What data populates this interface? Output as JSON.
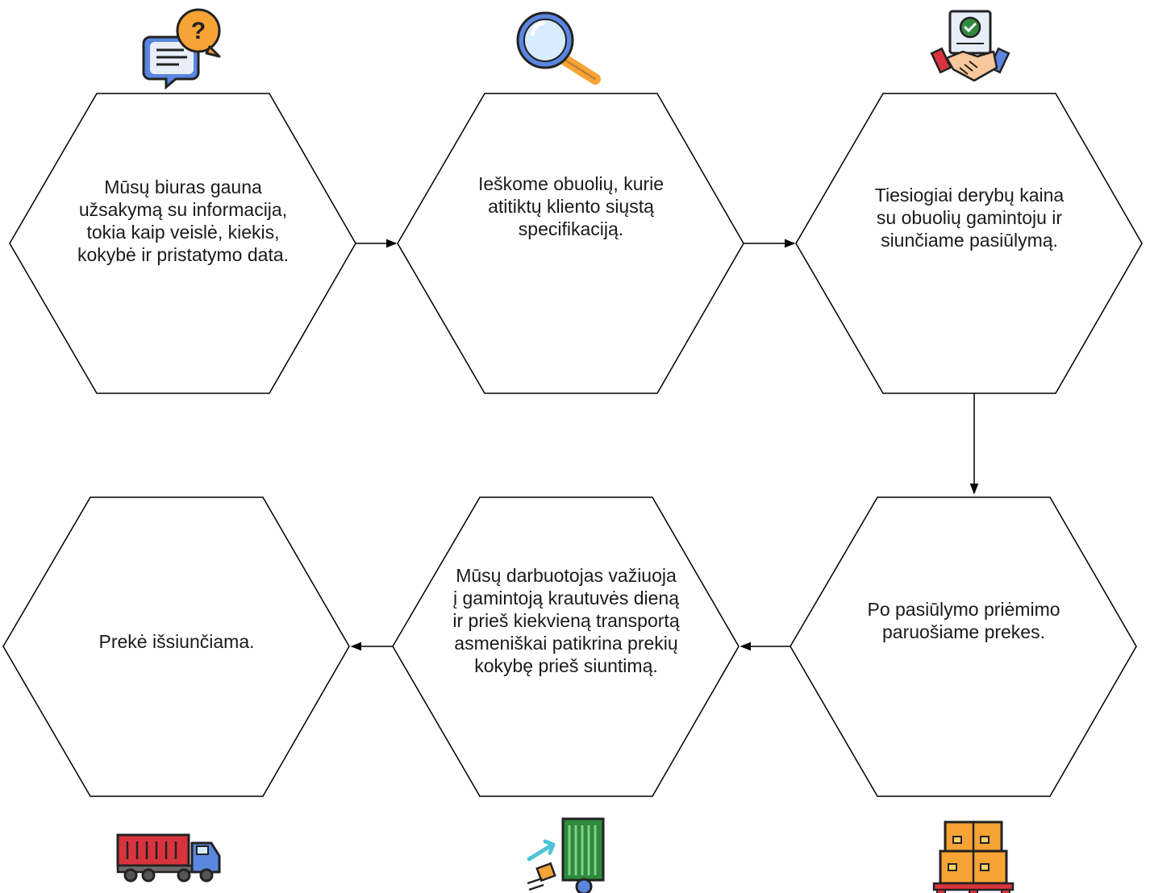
{
  "steps": [
    {
      "id": "step1",
      "text": "Mūsų biuras gauna\nužsakymą su informacija,\ntokia kaip veislė, kiekis,\nkokybė ir pristatymo data.",
      "icon": "chat-question-icon"
    },
    {
      "id": "step2",
      "text": "Ieškome obuolių, kurie\natitiktų kliento siųstą\nspecifikaciją.",
      "icon": "magnifier-icon"
    },
    {
      "id": "step3",
      "text": "Tiesiogiai derybų kaina\nsu obuolių gamintoju ir\nsiunčiame pasiūlymą.",
      "icon": "handshake-contract-icon"
    },
    {
      "id": "step4",
      "text": "Po pasiūlymo priėmimo\nparuošiame prekes.",
      "icon": "pallet-boxes-icon"
    },
    {
      "id": "step5",
      "text": "Mūsų darbuotojas važiuoja\nį gamintoją krautuvės dieną\nir prieš kiekvieną transportą\nasmeniškai patikrina prekių\nkokybę prieš siuntimą.",
      "icon": "container-loading-icon"
    },
    {
      "id": "step6",
      "text": "Prekė išsiunčiama.",
      "icon": "container-truck-icon"
    }
  ],
  "flow": [
    {
      "from": "step1",
      "to": "step2"
    },
    {
      "from": "step2",
      "to": "step3"
    },
    {
      "from": "step3",
      "to": "step4"
    },
    {
      "from": "step4",
      "to": "step5"
    },
    {
      "from": "step5",
      "to": "step6"
    }
  ],
  "colors": {
    "outline": "#000000",
    "icon_orange": "#f7a335",
    "icon_blue": "#5a86e0",
    "icon_red": "#d9343e",
    "icon_green": "#2f8a3d",
    "icon_teal": "#4ec3d8",
    "icon_light": "#e8eef7"
  }
}
